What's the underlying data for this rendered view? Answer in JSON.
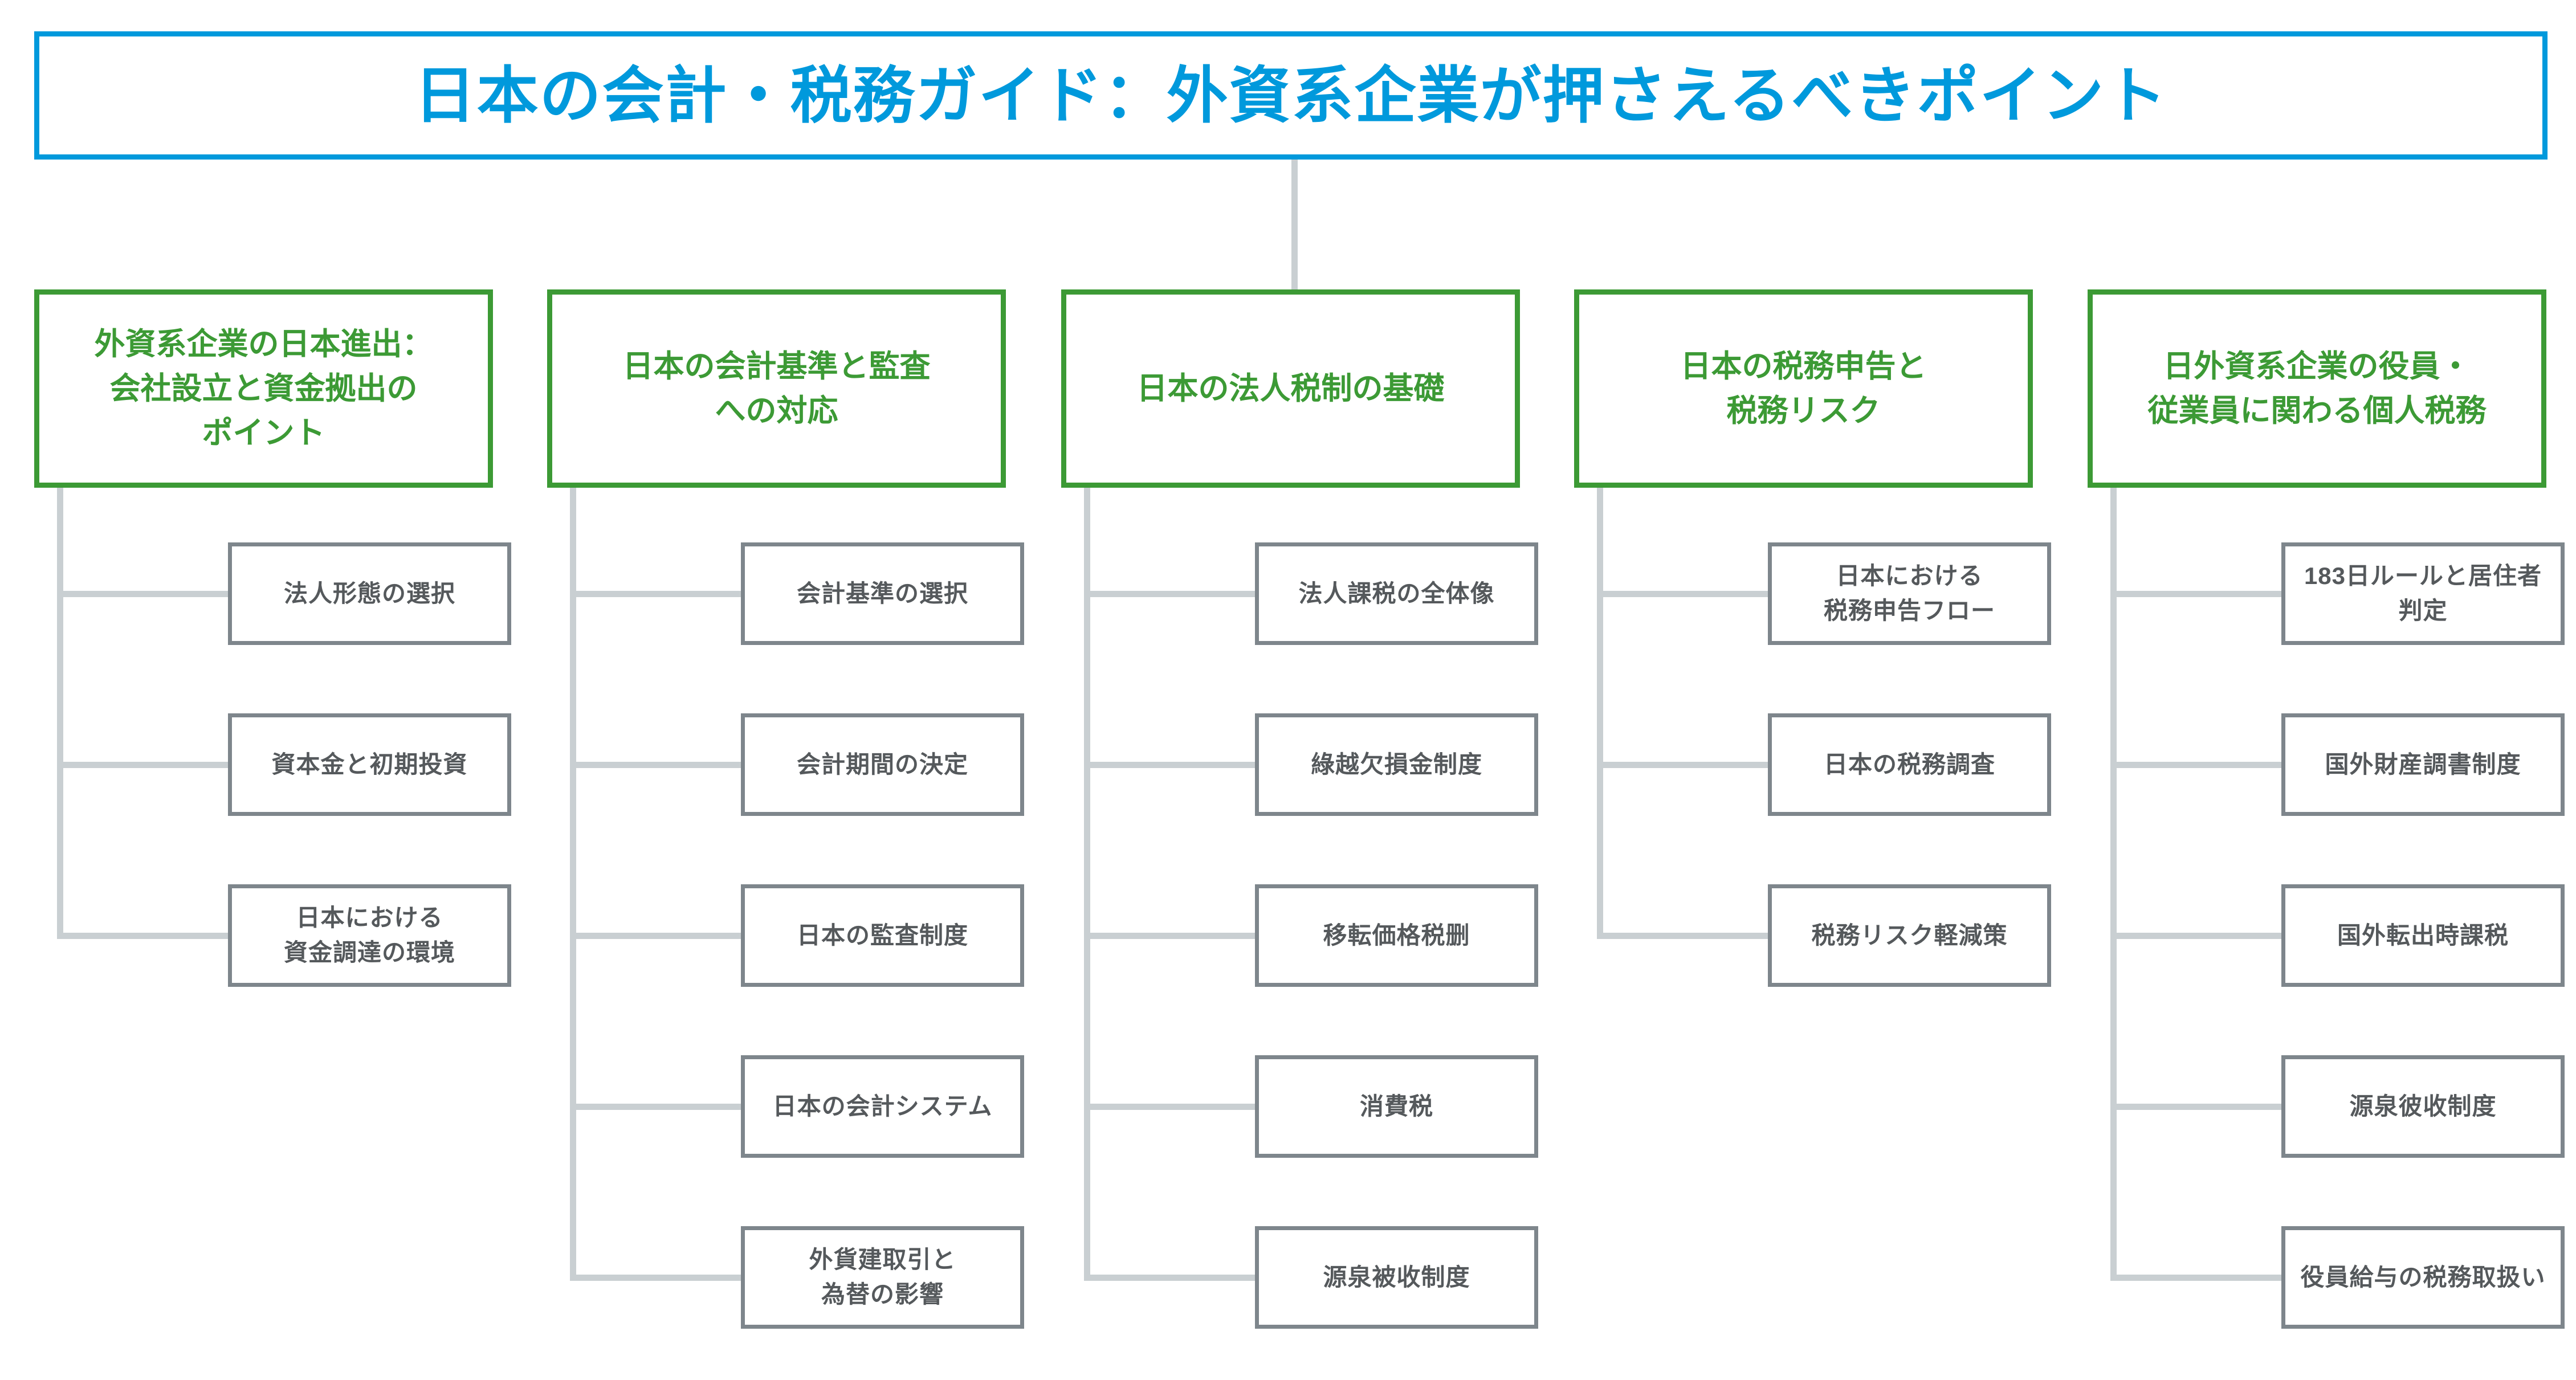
{
  "title": {
    "text": "日本の会計・税務ガイド：外資系企業が押さえるべきポイント",
    "color": "#0099DC"
  },
  "theme": {
    "title_border": "#0099DC",
    "branch_border": "#3C9A35",
    "branch_text": "#3C9A35",
    "leaf_border": "#7E868C",
    "leaf_text": "#55595C",
    "connector": "#C9CFD2",
    "background": "#FFFFFF"
  },
  "branches": [
    {
      "label": "外資系企業の日本進出：\n会社設立と資金拠出の\nポイント",
      "children": [
        {
          "label": "法人形態の選択"
        },
        {
          "label": "資本金と初期投資"
        },
        {
          "label": "日本における\n資金調達の環境"
        }
      ]
    },
    {
      "label": "日本の会計基準と監査\nへの対応",
      "children": [
        {
          "label": "会計基準の選択"
        },
        {
          "label": "会計期間の決定"
        },
        {
          "label": "日本の監査制度"
        },
        {
          "label": "日本の会計システム"
        },
        {
          "label": "外貨建取引と\n為替の影響"
        }
      ]
    },
    {
      "label": "日本の法人税制の基礎",
      "children": [
        {
          "label": "法人課税の全体像"
        },
        {
          "label": "綠越欠損金制度"
        },
        {
          "label": "移転価格税删"
        },
        {
          "label": "消費税"
        },
        {
          "label": "源泉被收制度"
        }
      ]
    },
    {
      "label": "日本の税務申告と\n税務リスク",
      "children": [
        {
          "label": "日本における\n税務申告フロー"
        },
        {
          "label": "日本の税務調査"
        },
        {
          "label": "税務リスク軽減策"
        }
      ]
    },
    {
      "label": "日外資系企業の役員・\n従業員に関わる個人税務",
      "children": [
        {
          "label": "183日ルールと居住者\n判定"
        },
        {
          "label": "国外財産調書制度"
        },
        {
          "label": "国外転出時課税"
        },
        {
          "label": "源泉彼收制度"
        },
        {
          "label": "役員給与の税務取扱い"
        }
      ]
    }
  ]
}
